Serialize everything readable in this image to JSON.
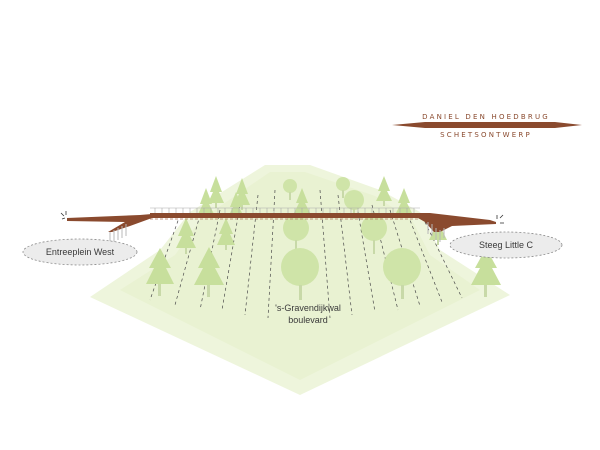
{
  "title": {
    "line1": "DANIEL DEN HOEDBRUG",
    "line2": "SCHETSONTWERP"
  },
  "labels": {
    "left": "Entreeplein West",
    "right": "Steeg Little C",
    "center_line1": "'s-Gravendijkwal",
    "center_line2": "boulevard"
  },
  "colors": {
    "bridge": "#8a4a2e",
    "ground": "#eef5dc",
    "pine": "#c7df9c",
    "round_tree": "#cfe4a8",
    "trunk": "#c8d9a8"
  }
}
